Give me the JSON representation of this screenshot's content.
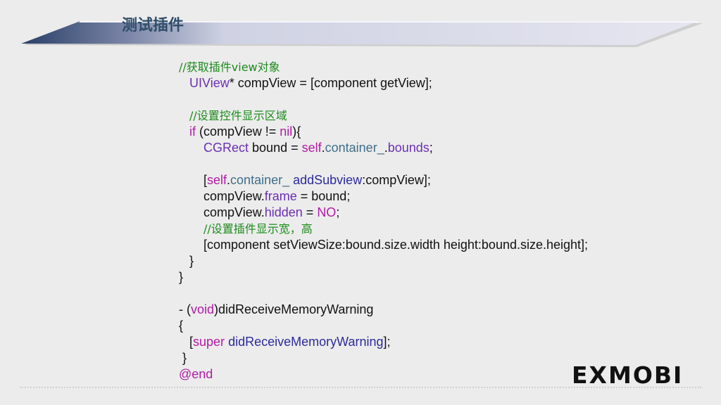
{
  "slide": {
    "title": "测试插件",
    "logo_text": "EXMOBI"
  },
  "code_lines": [
    {
      "tokens": [
        {
          "t": "//获取插件view对象",
          "c": "cm"
        }
      ]
    },
    {
      "tokens": [
        {
          "t": "   ",
          "c": ""
        },
        {
          "t": "UIView",
          "c": "ty"
        },
        {
          "t": "* compView = [component getView];",
          "c": ""
        }
      ]
    },
    {
      "tokens": []
    },
    {
      "tokens": [
        {
          "t": "   ",
          "c": ""
        },
        {
          "t": "//设置控件显示区域",
          "c": "cm"
        }
      ]
    },
    {
      "tokens": [
        {
          "t": "   ",
          "c": ""
        },
        {
          "t": "if",
          "c": "kw"
        },
        {
          "t": " (compView != ",
          "c": ""
        },
        {
          "t": "nil",
          "c": "kw"
        },
        {
          "t": "){",
          "c": ""
        }
      ]
    },
    {
      "tokens": [
        {
          "t": "       ",
          "c": ""
        },
        {
          "t": "CGRect",
          "c": "ty"
        },
        {
          "t": " bound = ",
          "c": ""
        },
        {
          "t": "self",
          "c": "kw"
        },
        {
          "t": ".",
          "c": ""
        },
        {
          "t": "container_",
          "c": "pr"
        },
        {
          "t": ".",
          "c": ""
        },
        {
          "t": "bounds",
          "c": "ty"
        },
        {
          "t": ";",
          "c": ""
        }
      ]
    },
    {
      "tokens": []
    },
    {
      "tokens": [
        {
          "t": "       [",
          "c": ""
        },
        {
          "t": "self",
          "c": "kw"
        },
        {
          "t": ".",
          "c": ""
        },
        {
          "t": "container_",
          "c": "pr"
        },
        {
          "t": " ",
          "c": ""
        },
        {
          "t": "addSubview",
          "c": "me"
        },
        {
          "t": ":compView];",
          "c": ""
        }
      ]
    },
    {
      "tokens": [
        {
          "t": "       compView.",
          "c": ""
        },
        {
          "t": "frame",
          "c": "ty"
        },
        {
          "t": " = bound;",
          "c": ""
        }
      ]
    },
    {
      "tokens": [
        {
          "t": "       compView.",
          "c": ""
        },
        {
          "t": "hidden",
          "c": "ty"
        },
        {
          "t": " = ",
          "c": ""
        },
        {
          "t": "NO",
          "c": "kw"
        },
        {
          "t": ";",
          "c": ""
        }
      ]
    },
    {
      "tokens": [
        {
          "t": "       ",
          "c": ""
        },
        {
          "t": "//设置插件显示宽，高",
          "c": "cm"
        }
      ]
    },
    {
      "tokens": [
        {
          "t": "       [component setViewSize:bound.size.width height:bound.size.height];",
          "c": ""
        }
      ]
    },
    {
      "tokens": [
        {
          "t": "   }",
          "c": ""
        }
      ]
    },
    {
      "tokens": [
        {
          "t": "}",
          "c": ""
        }
      ]
    },
    {
      "tokens": []
    },
    {
      "tokens": [
        {
          "t": "- (",
          "c": ""
        },
        {
          "t": "void",
          "c": "kw"
        },
        {
          "t": ")didReceiveMemoryWarning",
          "c": ""
        }
      ]
    },
    {
      "tokens": [
        {
          "t": "{",
          "c": ""
        }
      ]
    },
    {
      "tokens": [
        {
          "t": "   [",
          "c": ""
        },
        {
          "t": "super",
          "c": "kw"
        },
        {
          "t": " ",
          "c": ""
        },
        {
          "t": "didReceiveMemoryWarning",
          "c": "me"
        },
        {
          "t": "];",
          "c": ""
        }
      ]
    },
    {
      "tokens": [
        {
          "t": " }",
          "c": ""
        }
      ]
    },
    {
      "tokens": [
        {
          "t": "@end",
          "c": "kw"
        }
      ]
    }
  ],
  "colors": {
    "background": "#ececec",
    "banner_dark": "#28406b",
    "banner_light": "#dcdcec",
    "title": "#2f4e6a",
    "comment": "#1c8a1c",
    "keyword": "#b21aa6",
    "type": "#6b2fb3",
    "property": "#3f6e8a",
    "method": "#2c2a9a"
  }
}
